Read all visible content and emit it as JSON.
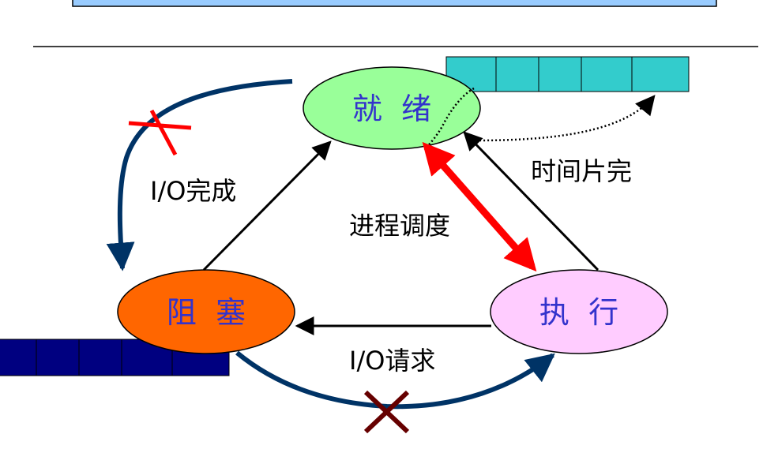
{
  "states": {
    "ready": "就  绪",
    "blocked": "阻  塞",
    "running": "执  行"
  },
  "transitions": {
    "io_complete": "I/O完成",
    "dispatch": "进程调度",
    "time_slice": "时间片完",
    "io_request": "I/O请求"
  },
  "colors": {
    "ready_fill": "#99ff99",
    "blocked_fill": "#ff6600",
    "running_fill": "#ffccff",
    "ready_queue": "#33cccc",
    "blocked_queue": "#000080",
    "invalid_path": "#003366",
    "cross_red": "#ff0000",
    "cross_dark": "#660000",
    "dispatch_arrow": "#ff0000",
    "label_blue": "#3333cc",
    "header_box": "#99ccff"
  }
}
